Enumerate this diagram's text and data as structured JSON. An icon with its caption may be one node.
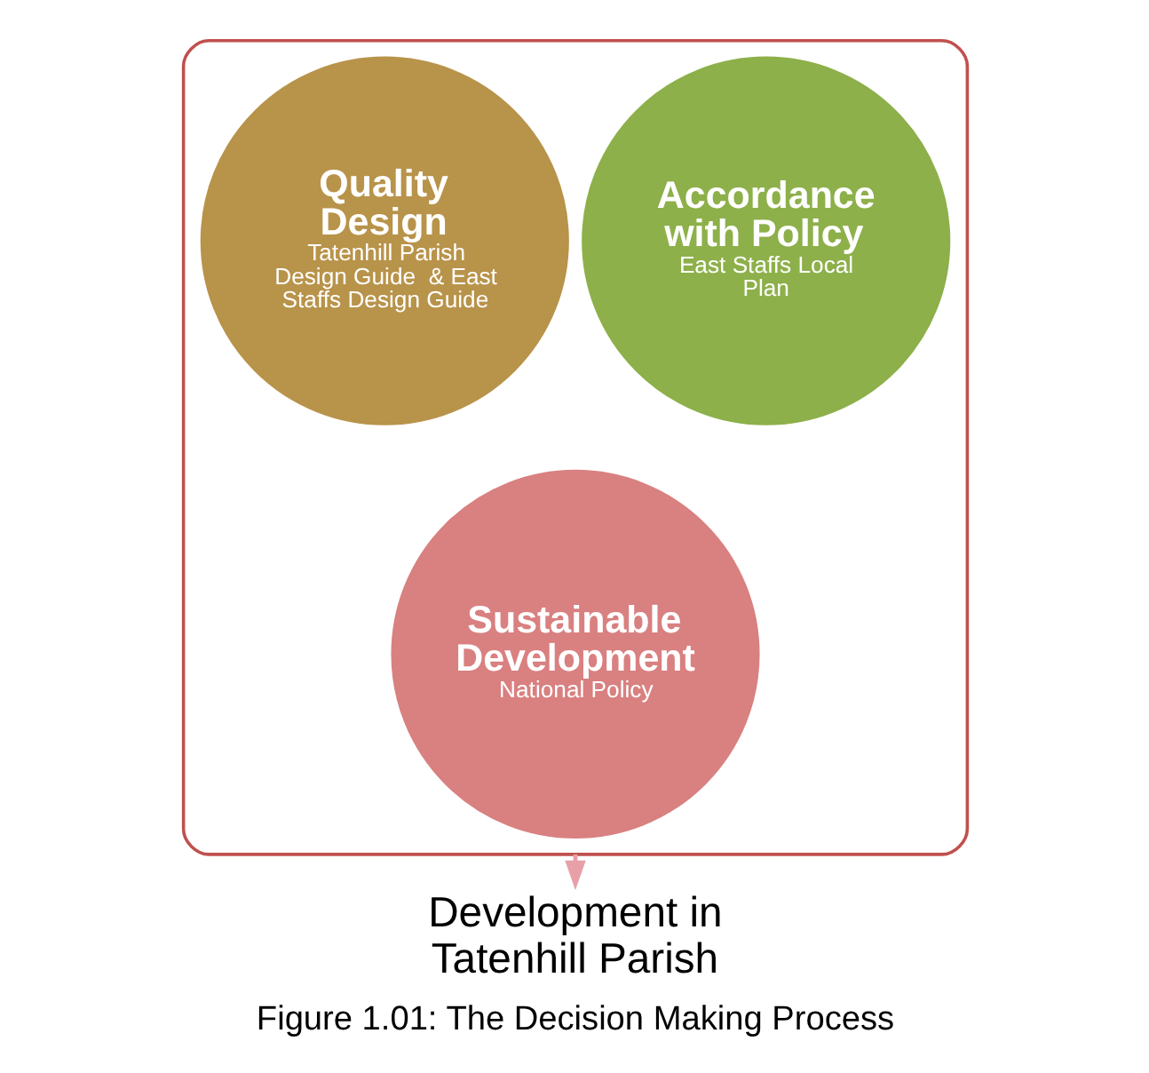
{
  "diagram": {
    "caption": "Figure 1.01: The Decision Making Process",
    "nodes": [
      {
        "text": [],
        "shape": "funnel"
      },
      {
        "text": [
          "Quality Design",
          "Tatenhill Parish Design Guide  & East Staffs Design Guide"
        ],
        "in": 0
      },
      {
        "text": [
          "Accordance with Policy",
          "East Staffs Local Plan"
        ],
        "in": 0
      },
      {
        "text": [
          "Sustainable Development",
          "National Policy"
        ],
        "in": 0
      },
      {
        "text": [
          "Development in Tatenhill Parish"
        ]
      }
    ],
    "edges": [
      {
        "from": 0,
        "to": 4,
        "arrow": "to",
        "color": "#e8a0a8"
      }
    ]
  }
}
